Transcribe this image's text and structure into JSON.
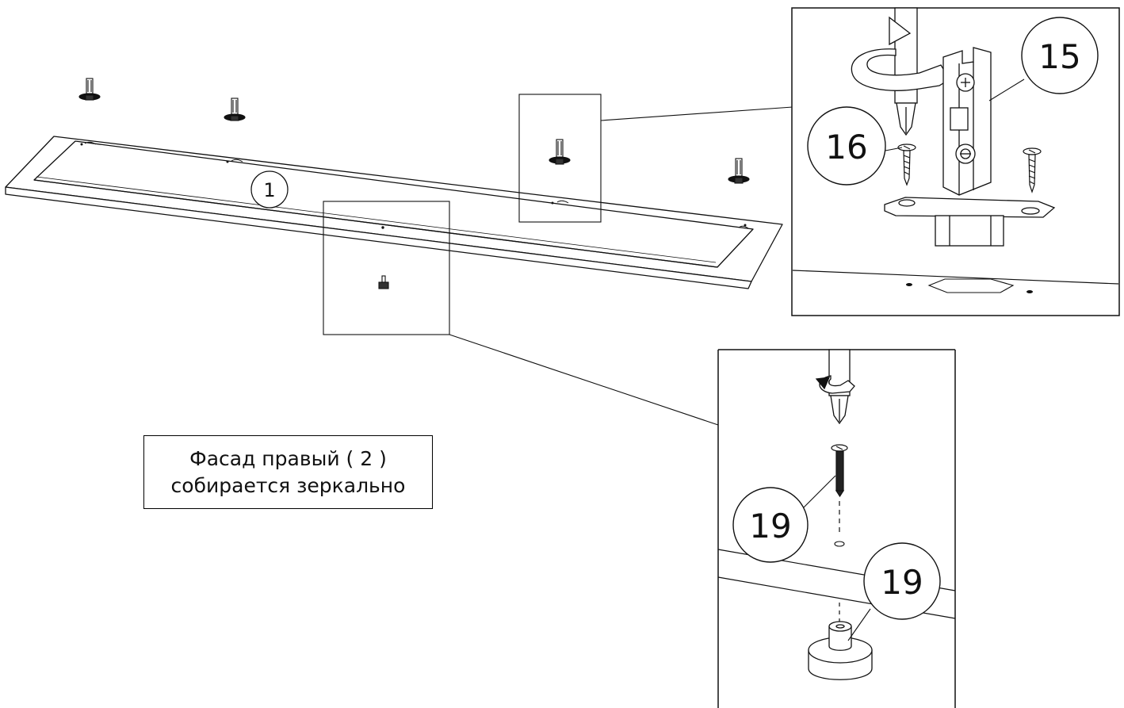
{
  "note": {
    "line1": "Фасад правый ( 2 )",
    "line2": "собирается зеркально"
  },
  "labels": {
    "panel": "1",
    "hinge_plate": "15",
    "screw_hinge": "16",
    "screw_foot": "19",
    "foot": "19"
  }
}
